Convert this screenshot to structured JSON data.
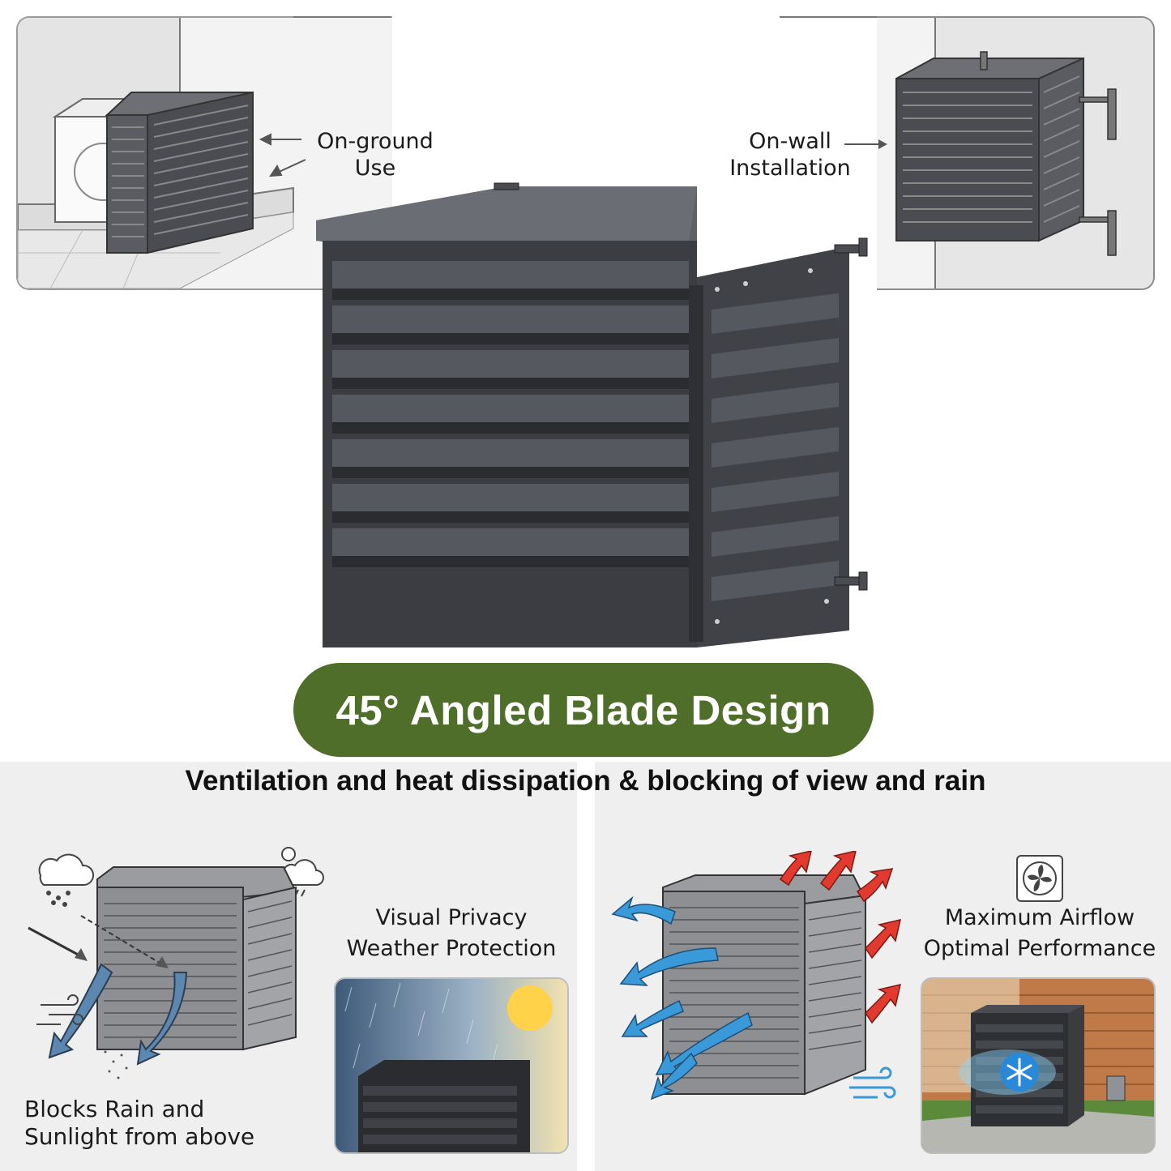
{
  "callouts": {
    "on_ground": [
      "On-ground",
      "Use"
    ],
    "on_wall": [
      "On-wall",
      "Installation"
    ]
  },
  "banner": {
    "title": "45° Angled Blade Design",
    "subtitle": "Ventilation and heat dissipation & blocking of view and rain"
  },
  "left_feature": {
    "lines": [
      "Visual Privacy",
      "Weather Protection"
    ],
    "caption": [
      "Blocks Rain and",
      "Sunlight from above"
    ]
  },
  "right_feature": {
    "lines": [
      "Maximum Airflow",
      "Optimal Performance"
    ]
  },
  "colors": {
    "banner_green": "#4e6e2a",
    "cover_dark": "#3b3d42",
    "airflow_blue": "#3a9ad9",
    "heat_red": "#e23a2e"
  },
  "icons": [
    "rain-cloud-icon",
    "sun-cloud-icon",
    "wind-icon",
    "fan-icon",
    "snowflake-icon"
  ]
}
